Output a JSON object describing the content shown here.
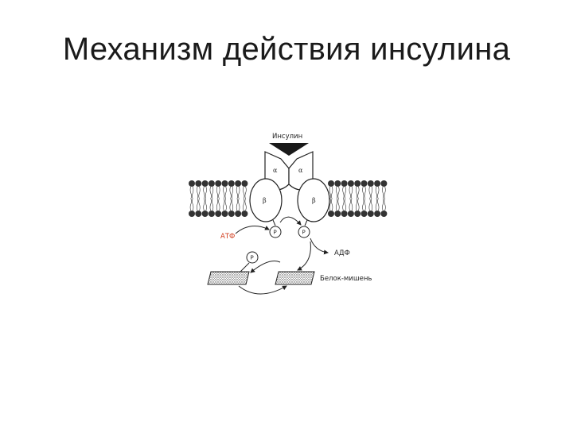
{
  "slide": {
    "title": "Механизм действия инсулина"
  },
  "diagram": {
    "insulin_label": "Инсулин",
    "alpha_left": "α",
    "alpha_right": "α",
    "beta_left": "β",
    "beta_right": "β",
    "atp_label": "АТФ",
    "adp_label": "АДФ",
    "target_protein_label": "Белок-мишень",
    "phosphate_label": "P",
    "colors": {
      "atp": "#d03a1a",
      "line": "#222222",
      "membrane": "#333333"
    }
  }
}
